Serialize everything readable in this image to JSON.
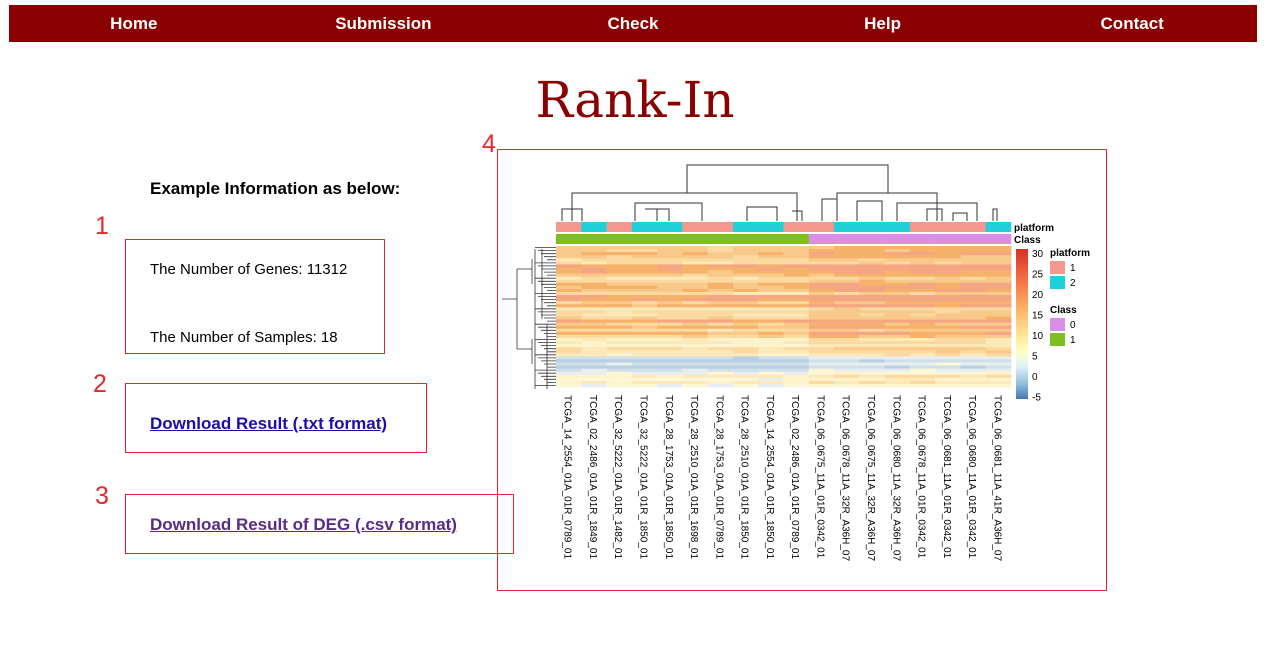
{
  "nav": {
    "items": [
      "Home",
      "Submission",
      "Check",
      "Help",
      "Contact"
    ]
  },
  "title": "Rank-In",
  "annotations": [
    "1",
    "2",
    "3",
    "4"
  ],
  "info": {
    "heading": "Example Information as below:",
    "genes_line": "The Number of Genes: 11312",
    "samples_line": "The Number of Samples: 18"
  },
  "downloads": {
    "txt_label": "Download Result (.txt format)",
    "deg_label": "Download Result of DEG (.csv format)"
  },
  "colors": {
    "nav_bg": "#8b0000",
    "title": "#8b0000",
    "annotation_red": "#e8262c",
    "link_blue": "#1a0dab",
    "link_visited": "#5b2a86",
    "platform_1": "#f4978e",
    "platform_2": "#1fd0d8",
    "class_0": "#d98fe8",
    "class_1": "#7fbe1f"
  },
  "heatmap": {
    "samples": [
      "TCGA_14_2554_01A_01R_0789_01",
      "TCGA_02_2486_01A_01R_1849_01",
      "TCGA_32_5222_01A_01R_1482_01",
      "TCGA_32_5222_01A_01R_1850_01",
      "TCGA_28_1753_01A_01R_1850_01",
      "TCGA_28_2510_01A_01R_1698_01",
      "TCGA_28_1753_01A_01R_0789_01",
      "TCGA_28_2510_01A_01R_1850_01",
      "TCGA_14_2554_01A_01R_1850_01",
      "TCGA_02_2486_01A_01R_0789_01",
      "TCGA_06_0675_11A_01R_0342_01",
      "TCGA_06_0678_11A_32R_A36H_07",
      "TCGA_06_0675_11A_32R_A36H_07",
      "TCGA_06_0680_11A_32R_A36H_07",
      "TCGA_06_0678_11A_01R_0342_01",
      "TCGA_06_0681_11A_01R_0342_01",
      "TCGA_06_0680_11A_01R_0342_01",
      "TCGA_06_0681_11A_41R_A36H_07"
    ],
    "platform": [
      1,
      2,
      1,
      2,
      2,
      1,
      1,
      2,
      2,
      1,
      1,
      2,
      2,
      2,
      1,
      1,
      1,
      2
    ],
    "class": [
      1,
      1,
      1,
      1,
      1,
      1,
      1,
      1,
      1,
      1,
      0,
      0,
      0,
      0,
      0,
      0,
      0,
      0
    ],
    "annot_row_labels": [
      "platform",
      "Class"
    ],
    "legend": {
      "scale_ticks": [
        "30",
        "25",
        "20",
        "15",
        "10",
        "5",
        "0",
        "-5"
      ],
      "platform_title": "platform",
      "platform_levels": [
        "1",
        "2"
      ],
      "class_title": "Class",
      "class_levels": [
        "0",
        "1"
      ]
    }
  }
}
